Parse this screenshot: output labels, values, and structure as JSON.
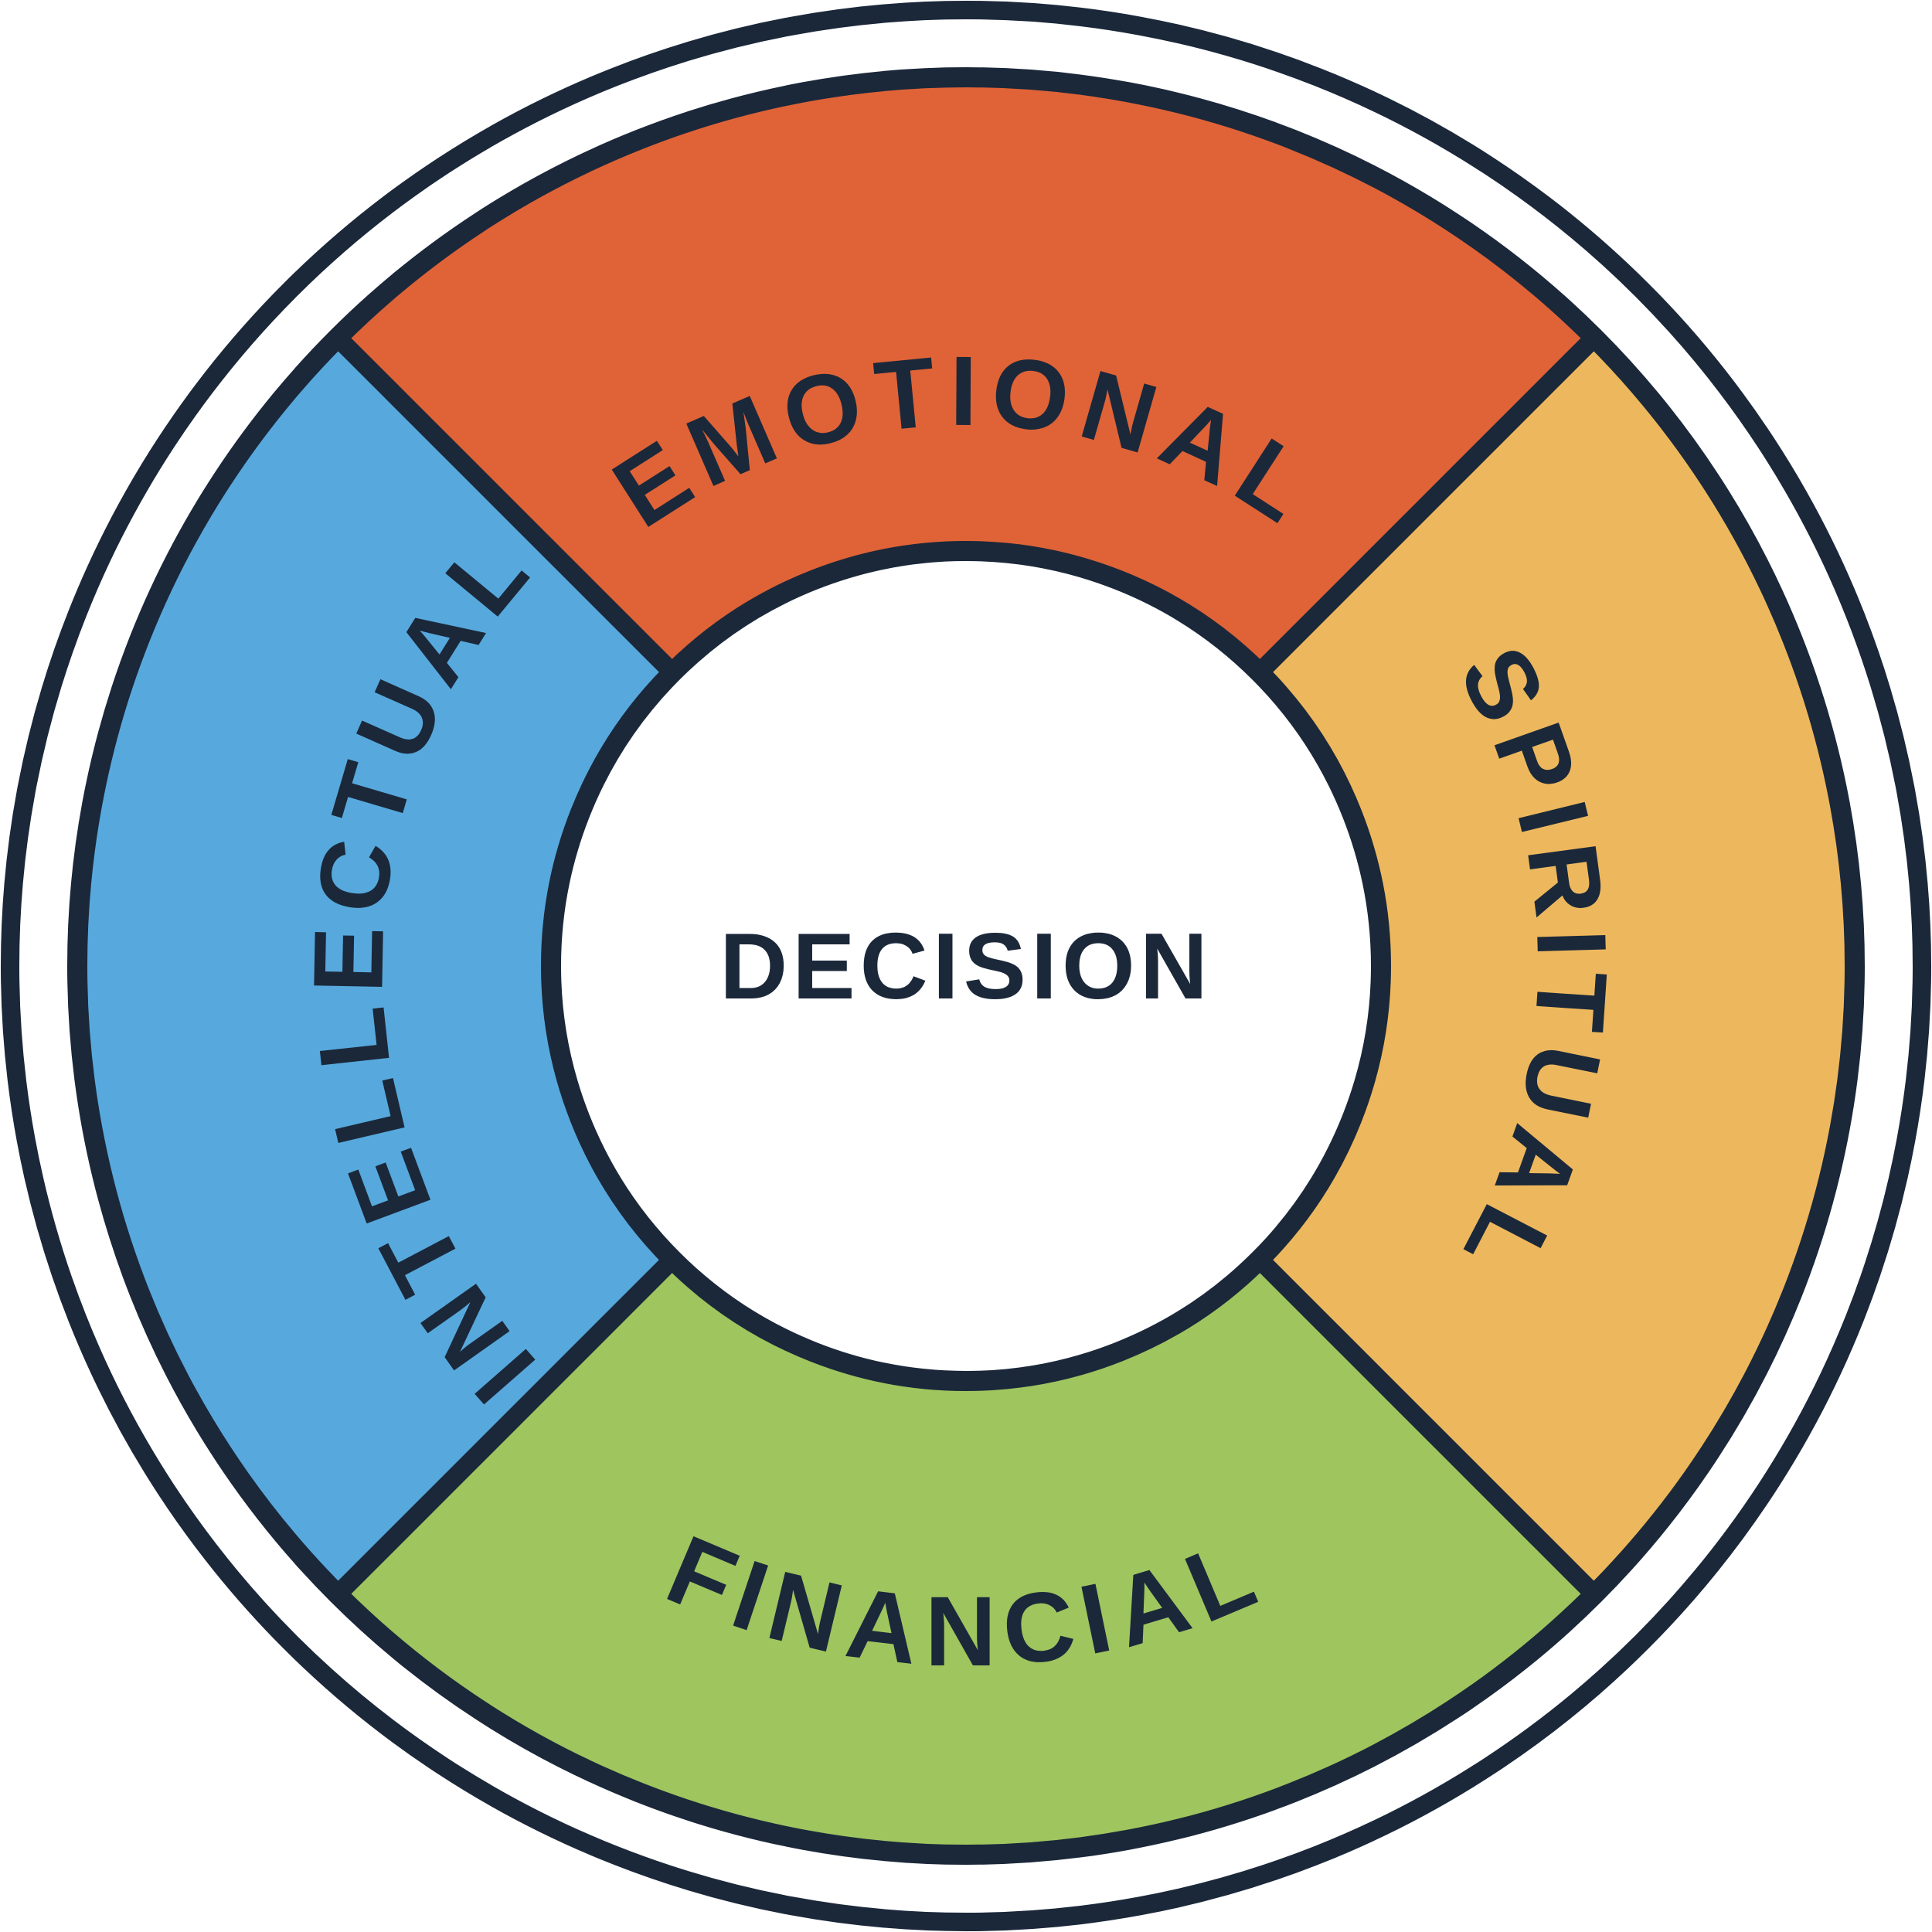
{
  "center_label": "DECISION",
  "segments": [
    {
      "label": "EMOTIONAL",
      "color": "#df6337"
    },
    {
      "label": "SPIRITUAL",
      "color": "#edb85d"
    },
    {
      "label": "FINANCIAL",
      "color": "#9fc55f"
    },
    {
      "label": "INTELLECTUAL",
      "color": "#57a9dd"
    }
  ],
  "outline_color": "#1b283a"
}
